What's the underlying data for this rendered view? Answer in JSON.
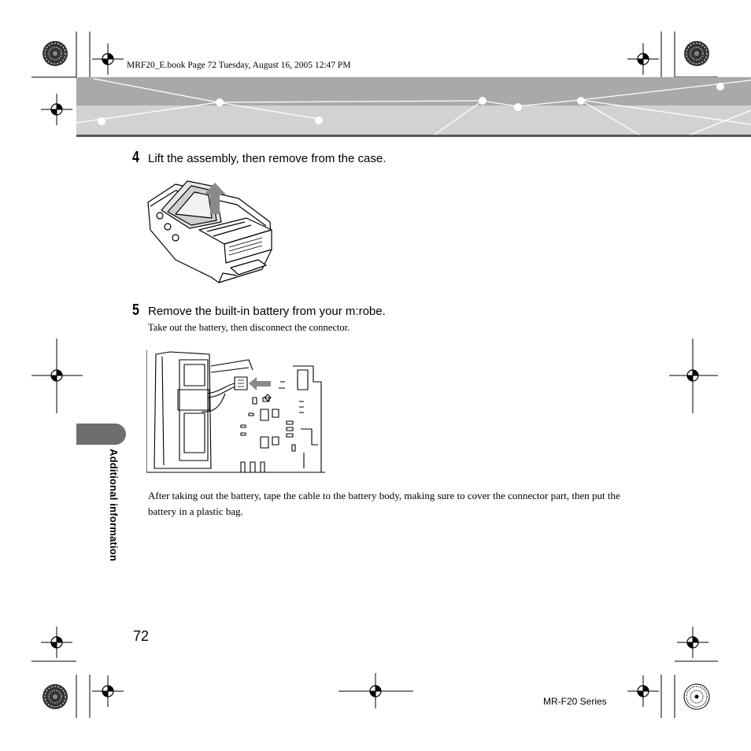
{
  "header": {
    "book_info": "MRF20_E.book  Page 72  Tuesday, August 16, 2005  12:47 PM"
  },
  "steps": [
    {
      "number": "4",
      "title": "Lift the assembly, then remove from the case."
    },
    {
      "number": "5",
      "title": "Remove the built-in battery from your m:robe.",
      "subtitle": "Take out the battery, then disconnect the connector."
    }
  ],
  "note": "After taking out the battery, tape the cable to the battery body, making sure to cover the connector part, then put the battery in a plastic bag.",
  "side_tab": {
    "label": "Additional information"
  },
  "footer": {
    "page_number": "72",
    "series": "MR-F20 Series"
  },
  "colors": {
    "banner_dark": "#a9a9a9",
    "banner_light": "#d2d2d2",
    "tab": "#6e6e6e",
    "rule": "#555555"
  }
}
